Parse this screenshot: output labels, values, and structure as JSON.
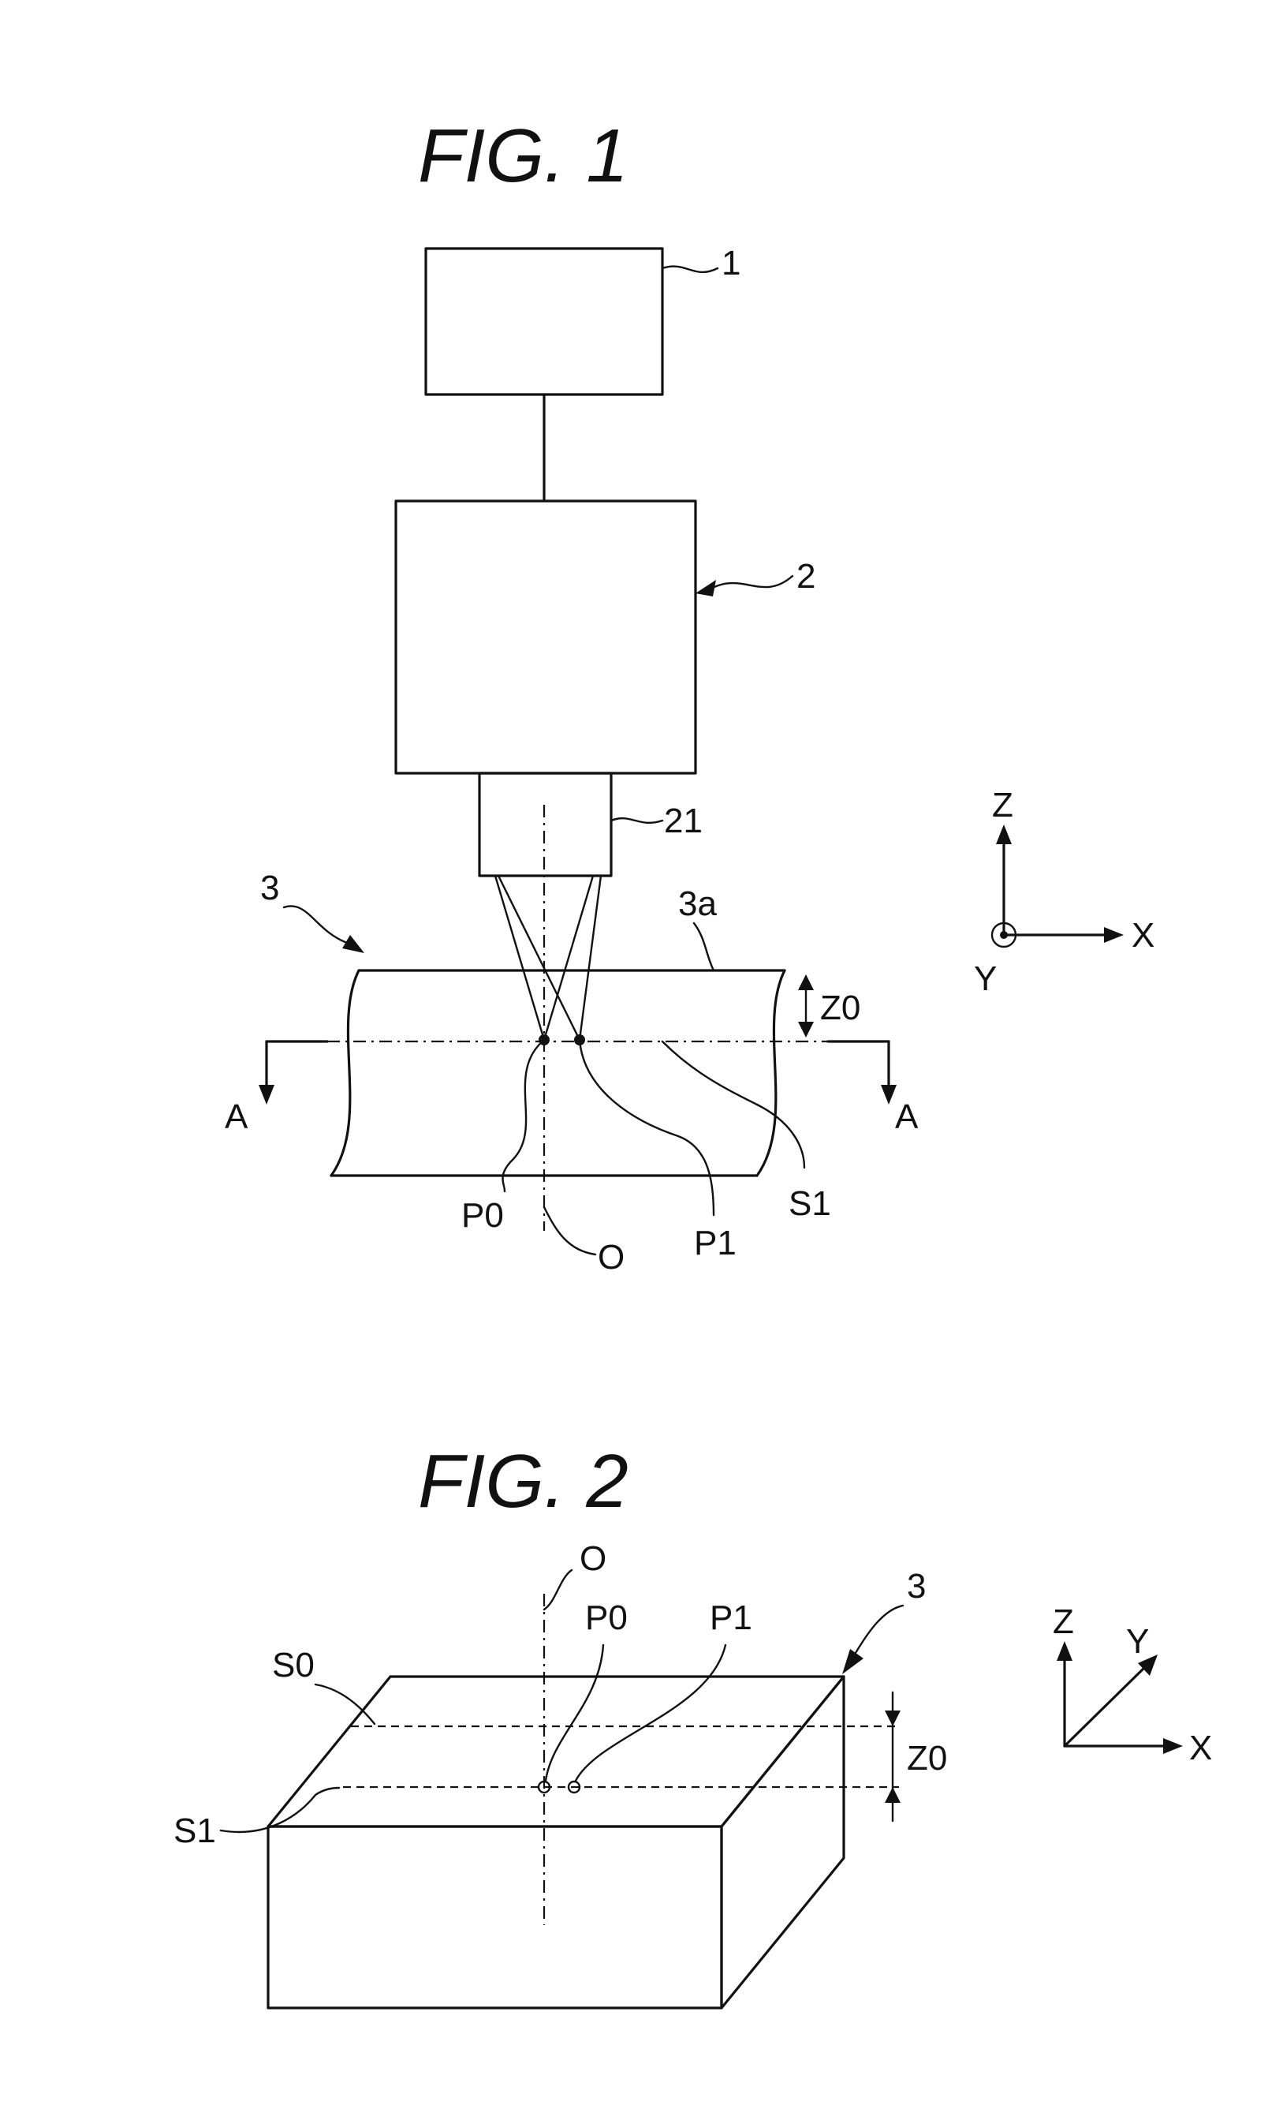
{
  "figures": [
    {
      "title": "FIG.  1",
      "labels": {
        "controller": "1",
        "laser": "2",
        "lens": "21",
        "workpiece": "3",
        "top_surface": "3a",
        "depth": "Z0",
        "section_left": "A",
        "section_right": "A",
        "point_p0": "P0",
        "point_p1": "P1",
        "plane_s1": "S1",
        "axis_o": "O"
      },
      "axes": {
        "z": "Z",
        "x": "X",
        "y": "Y"
      }
    },
    {
      "title": "FIG.  2",
      "labels": {
        "axis_o": "O",
        "point_p0": "P0",
        "point_p1": "P1",
        "workpiece": "3",
        "plane_s0": "S0",
        "plane_s1": "S1",
        "depth": "Z0"
      },
      "axes": {
        "z": "Z",
        "y": "Y",
        "x": "X"
      }
    }
  ]
}
